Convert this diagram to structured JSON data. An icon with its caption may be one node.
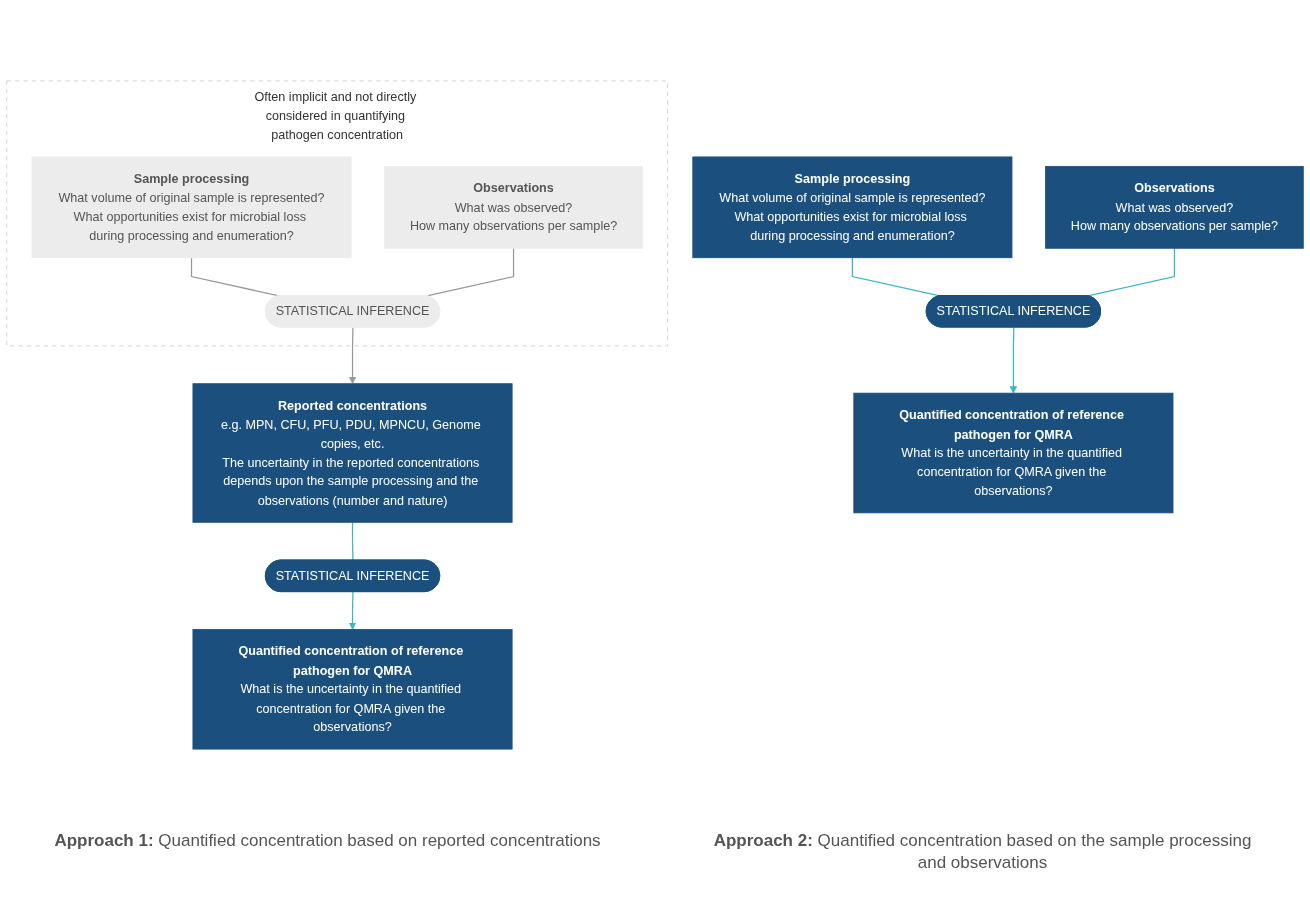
{
  "diagram": {
    "nodes": [
      {
        "text": [
          "Often implicit and not directly considered in quantifying pathogen concentration"
        ]
      },
      {
        "text": [
          "Sample processing",
          "What volume of original sample is represented?",
          "What opportunities exist for microbial loss during processing and enumeration?"
        ],
        "in": 0
      },
      {
        "text": [
          "Observations",
          "What was observed?",
          "How many observations per sample?"
        ],
        "in": 0
      },
      {
        "text": [
          "STATISTICAL INFERENCE"
        ],
        "in": 0
      },
      {
        "text": [
          "Reported concentrations",
          "e.g. MPN, CFU, PFU, PDU, MPNCU, Genome copies, etc.",
          "The uncertainty in the reported concentrations depends upon the sample processing and the observations (number and nature)"
        ]
      },
      {
        "text": [
          "STATISTICAL INFERENCE"
        ]
      },
      {
        "text": [
          "Quantified concentration of reference pathogen for QMRA",
          "What is the uncertainty in the quantified concentration for QMRA given the observations?"
        ]
      },
      {
        "text": [
          "Sample processing",
          "What volume of original sample is represented?",
          "What opportunities exist for microbial loss during processing and enumeration?"
        ]
      },
      {
        "text": [
          "Observations",
          "What was observed?",
          "How many observations per sample?"
        ]
      },
      {
        "text": [
          "STATISTICAL INFERENCE"
        ]
      },
      {
        "text": [
          "Quantified concentration of reference pathogen for QMRA",
          "What is the uncertainty in the quantified concentration for QMRA given the observations?"
        ]
      }
    ],
    "edges": [
      {
        "from": 1,
        "to": 3,
        "arrow": "none",
        "color": "#999999"
      },
      {
        "from": 2,
        "to": 3,
        "arrow": "none",
        "color": "#999999"
      },
      {
        "from": 3,
        "to": 4,
        "arrow": "to",
        "color": "#999999"
      },
      {
        "from": 4,
        "to": 5,
        "arrow": "none"
      },
      {
        "from": 5,
        "to": 6,
        "arrow": "to"
      },
      {
        "from": 7,
        "to": 9,
        "arrow": "none"
      },
      {
        "from": 8,
        "to": 9,
        "arrow": "none"
      },
      {
        "from": 9,
        "to": 10,
        "arrow": "to"
      }
    ],
    "labels": [
      "**Approach 1:** Quantified concentration based on reported concentrations",
      "**Approach 2:** Quantified concentration based on the sample processing and observations"
    ]
  }
}
